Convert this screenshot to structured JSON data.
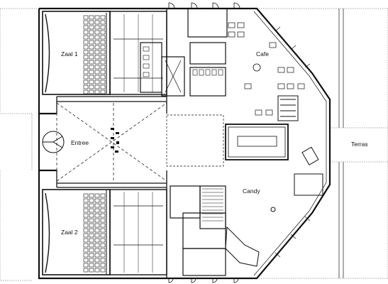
{
  "rooms": {
    "zaal1": "Zaal 1",
    "zaal2": "Zaal 2",
    "entree": "Entree",
    "cafe": "Cafe",
    "candy": "Candy",
    "terras": "Terras"
  }
}
